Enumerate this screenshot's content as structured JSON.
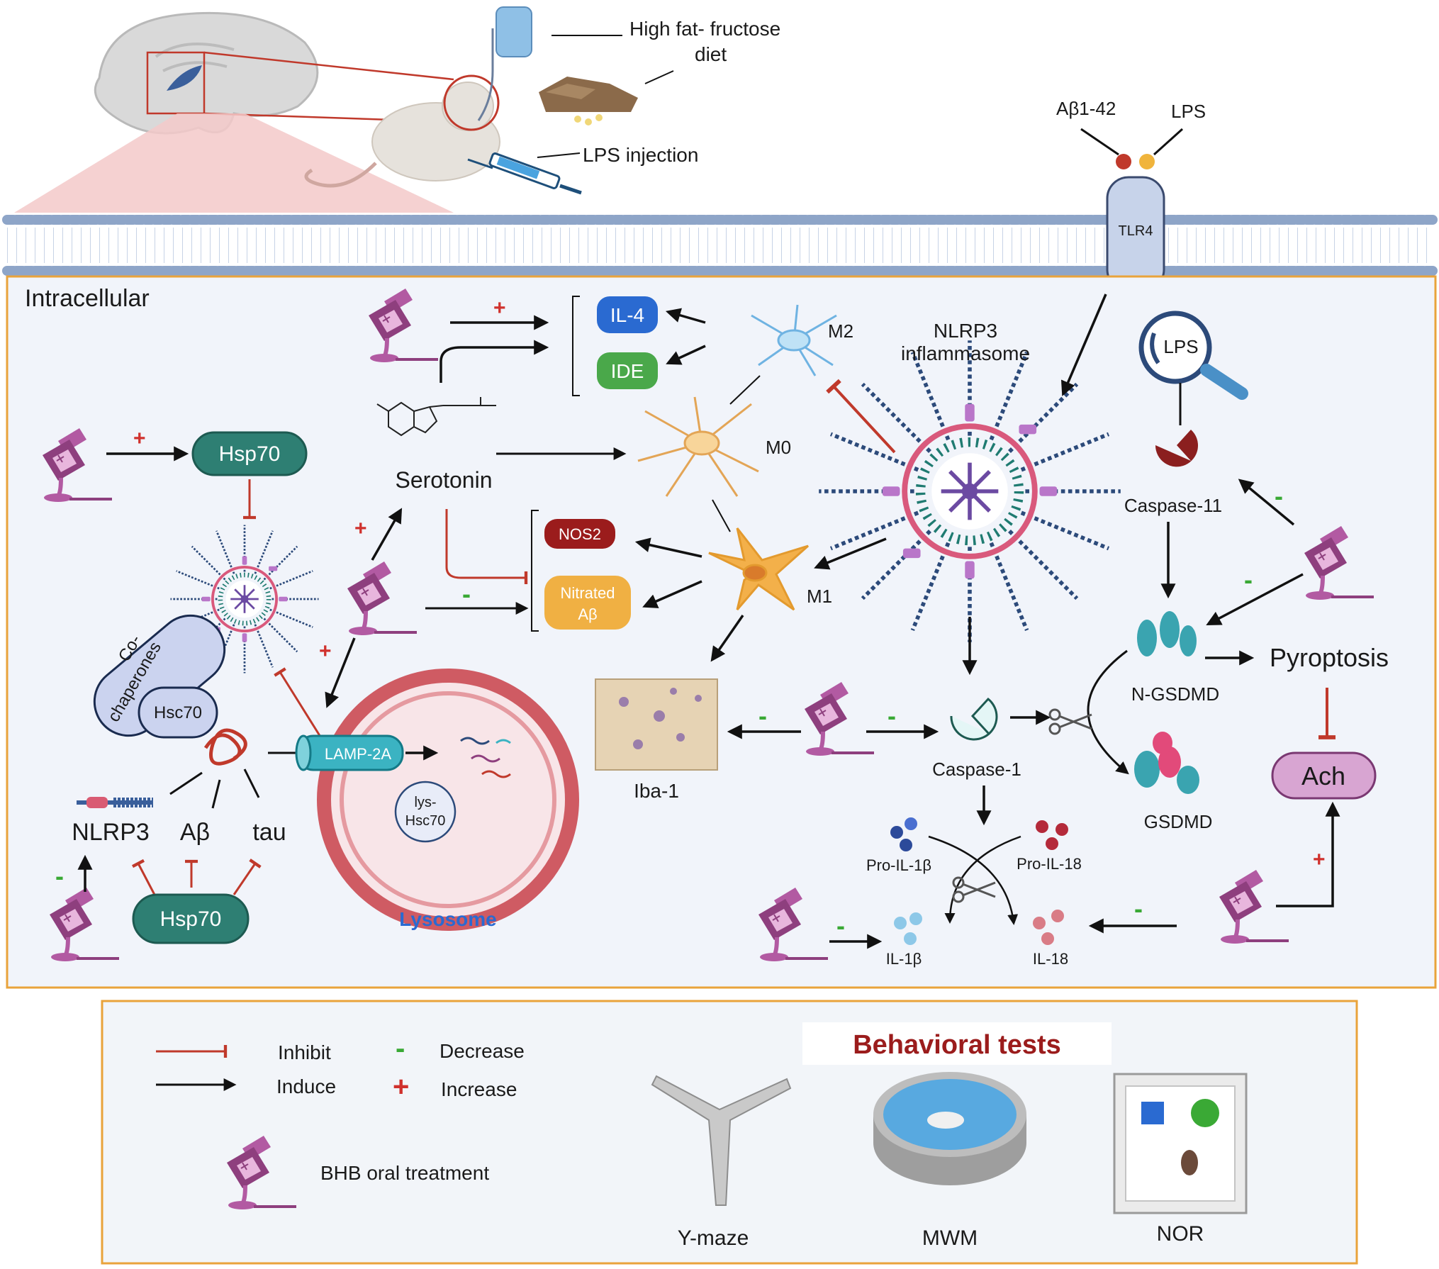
{
  "header": {
    "diet": "High fat- fructose",
    "diet_line2": "diet",
    "lps_injection": "LPS injection"
  },
  "receptor": {
    "abeta": "Aβ1-42",
    "lps": "LPS",
    "tlr4": "TLR4"
  },
  "cell": {
    "title": "Intracellular",
    "il4": "IL-4",
    "ide": "IDE",
    "serotonin": "Serotonin",
    "m2": "M2",
    "m0": "M0",
    "m1": "M1",
    "nlrp3_inflammasome": "NLRP3",
    "nlrp3_inflammasome_2": "inflammasome",
    "hsp70_top": "Hsp70",
    "hsp70_bottom": "Hsp70",
    "co_chaperones": "Co-",
    "co_chaperones_2": "chaperones",
    "hsc70": "Hsc70",
    "nos2": "NOS2",
    "nitrated": "Nitrated",
    "nitrated_2": "Aβ",
    "lamp2a": "LAMP-2A",
    "lys_hsc70": "lys-",
    "lys_hsc70_2": "Hsc70",
    "lysosome": "Lysosome",
    "nlrp3": "NLRP3",
    "abeta": "Aβ",
    "tau": "tau",
    "iba1": "Iba-1",
    "lps_search": "LPS",
    "caspase11": "Caspase-11",
    "caspase1": "Caspase-1",
    "n_gsdmd": "N-GSDMD",
    "gsdmd": "GSDMD",
    "pyroptosis": "Pyroptosis",
    "ach": "Ach",
    "pro_il1b": "Pro-IL-1β",
    "pro_il18": "Pro-IL-18",
    "il1b": "IL-1β",
    "il18": "IL-18",
    "plus": "+",
    "minus": "-"
  },
  "legend": {
    "inhibit": "Inhibit",
    "induce": "Induce",
    "decrease": "Decrease",
    "increase": "Increase",
    "bhb": "BHB oral treatment",
    "behavioral_title": "Behavioral tests",
    "ymaze": "Y-maze",
    "mwm": "MWM",
    "nor": "NOR"
  },
  "colors": {
    "inhibit": "#c0392b",
    "induce": "#111111",
    "increase": "#d0312d",
    "decrease": "#3aa935",
    "bottle": "#8e3f7e",
    "teal": "#2e7f73",
    "border": "#e9a33b"
  }
}
